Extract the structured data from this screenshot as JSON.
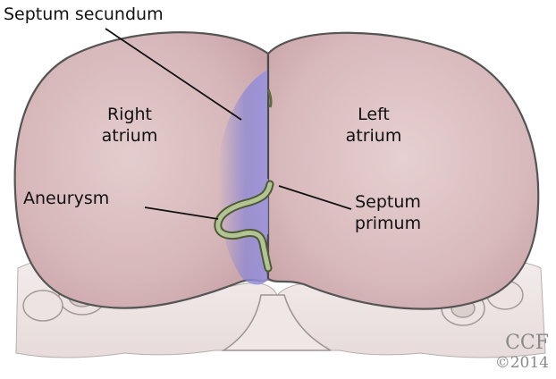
{
  "labels": {
    "septum_secundum": "Septum secundum",
    "right_atrium": [
      "Right",
      "atrium"
    ],
    "left_atrium": [
      "Left",
      "atrium"
    ],
    "aneurysm": "Aneurysm",
    "septum_primum": [
      "Septum",
      "primum"
    ]
  },
  "credit": {
    "org": "CCF",
    "year": "©2014"
  },
  "colors": {
    "atrium_fill": "#d9bcbf",
    "atrium_wall": "#5a5a5a",
    "septum_blue": "#8b86d6",
    "septum_green": "#a6b98a",
    "background_tissue": "#e8dcdb"
  }
}
